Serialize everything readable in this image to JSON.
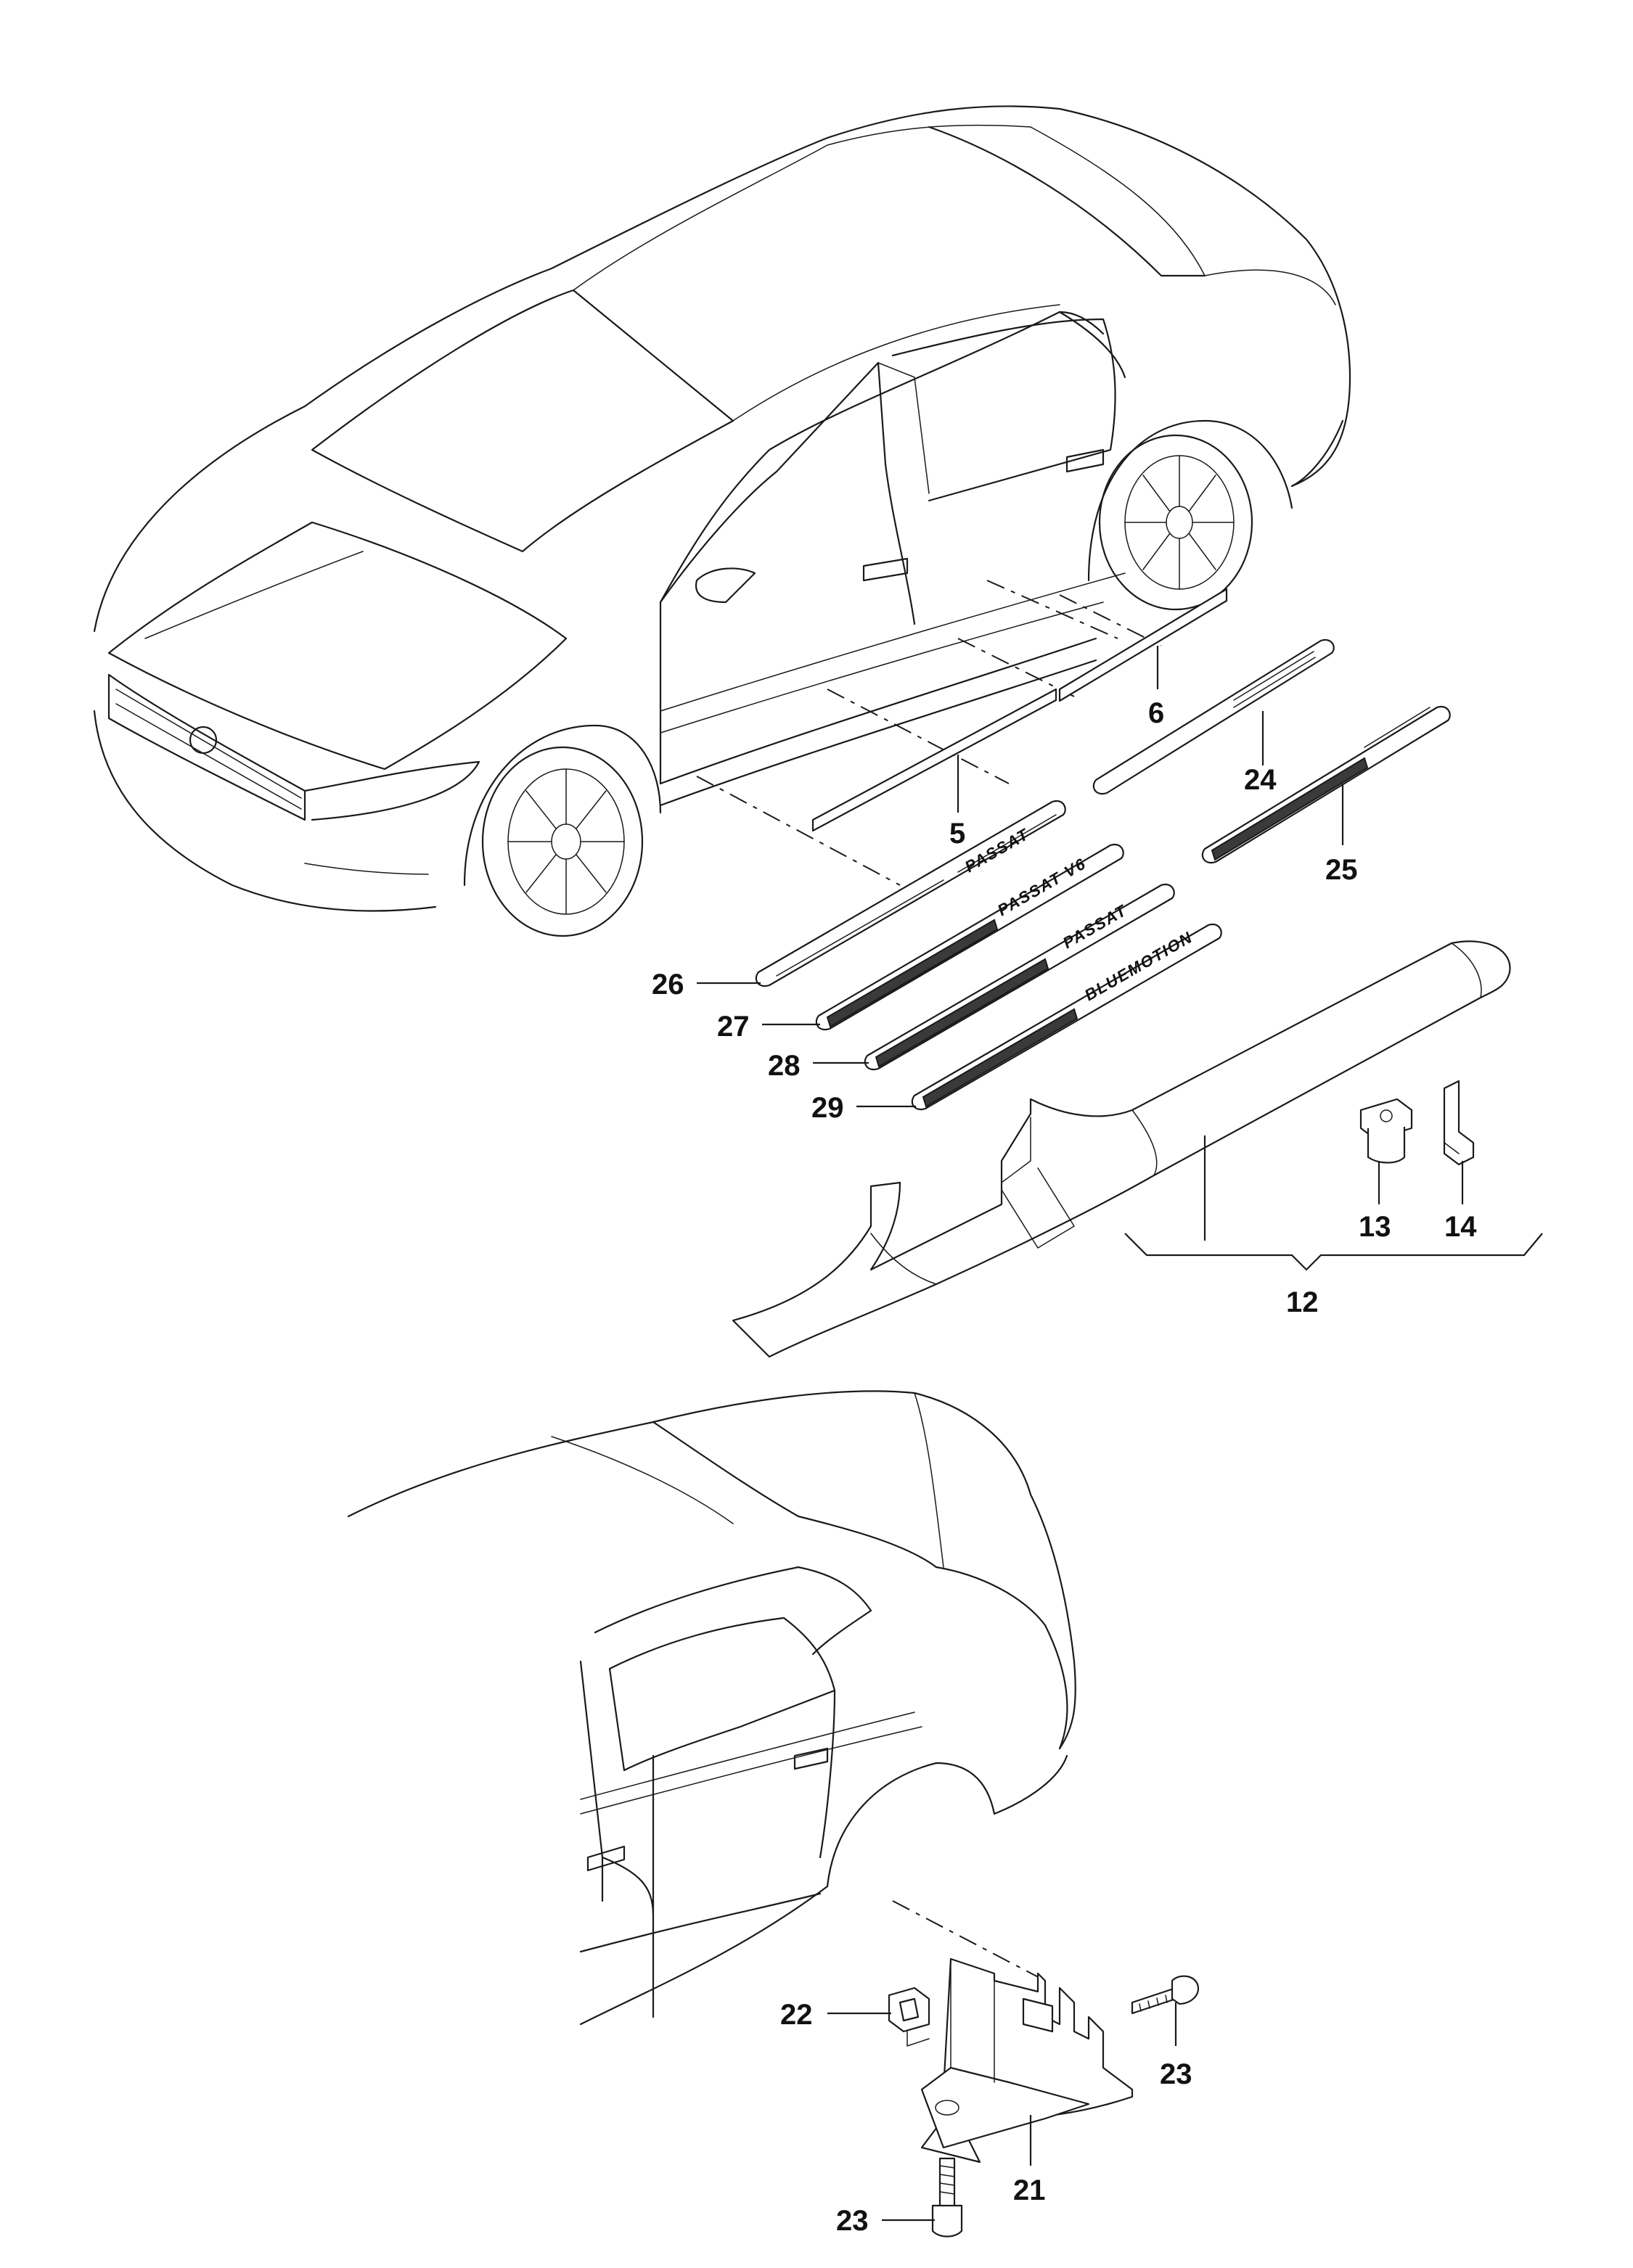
{
  "callouts": {
    "c5": "5",
    "c6": "6",
    "c12": "12",
    "c13": "13",
    "c14": "14",
    "c21": "21",
    "c22": "22",
    "c23a": "23",
    "c23b": "23",
    "c24": "24",
    "c25": "25",
    "c26": "26",
    "c27": "27",
    "c28": "28",
    "c29": "29"
  },
  "emblems": {
    "e26": "PASSAT",
    "e27": "PASSAT V6",
    "e28": "PASSAT",
    "e29": "BLUEMOTION"
  }
}
